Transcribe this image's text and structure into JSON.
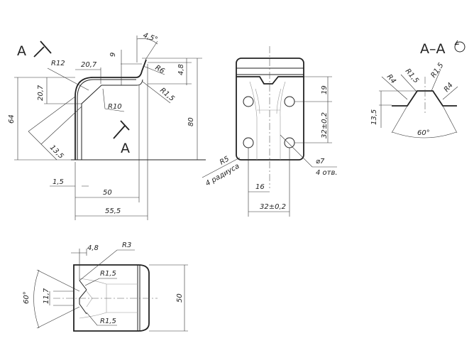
{
  "side_view": {
    "section_label_top": "A",
    "section_label_bottom": "A",
    "dims": {
      "angle_top": "4,5°",
      "d9": "9",
      "r6": "R6",
      "d4_8": "4,8",
      "r1_5": "R1,5",
      "r12": "R12",
      "w20_7": "20,7",
      "h20_7": "20,7",
      "r10": "R10",
      "h64": "64",
      "h80": "80",
      "d13_5": "13,5",
      "t1_5": "1,5",
      "w50": "50",
      "w55_5": "55,5"
    }
  },
  "front_view": {
    "dims": {
      "d19": "19",
      "d32_v": "32±0,2",
      "r5": "R5",
      "r5_note": "4 радиуса",
      "hole": "⌀7",
      "hole_note": "4 отв.",
      "d16": "16",
      "d32_h": "32±0,2"
    }
  },
  "section_view": {
    "title": "A–A",
    "dims": {
      "r4_left": "R4",
      "r1_5_left": "R1,5",
      "r1_5_right": "R1,5",
      "r4_right": "R4",
      "h13_5": "13,5",
      "angle": "60°"
    }
  },
  "top_view": {
    "dims": {
      "d4_8": "4,8",
      "r3": "R3",
      "r1_5_top": "R1,5",
      "r1_5_bottom": "R1,5",
      "d11_7": "11,7",
      "angle": "60°",
      "d50": "50"
    }
  }
}
